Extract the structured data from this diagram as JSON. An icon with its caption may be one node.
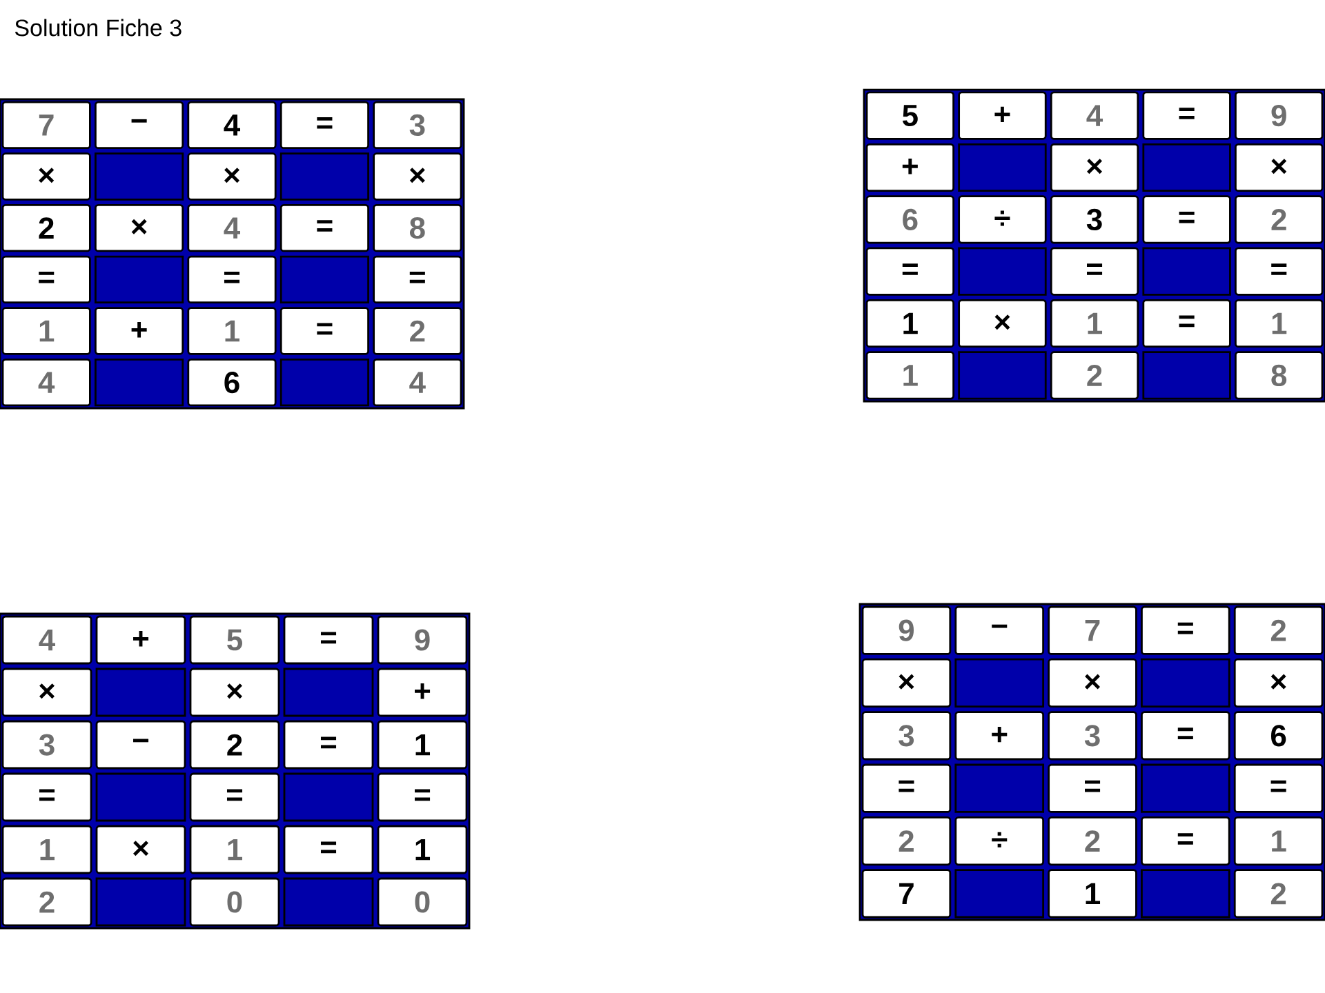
{
  "diagram": {
    "title": "Solution Fiche 3",
    "nodes": [
      {
        "text": [],
        "shape": "box"
      },
      {
        "text": [
          "7"
        ],
        "in": 0
      },
      {
        "text": [
          "−"
        ],
        "in": 0
      },
      {
        "text": [
          "4"
        ],
        "in": 0
      },
      {
        "text": [
          "="
        ],
        "in": 0
      },
      {
        "text": [
          "3"
        ],
        "in": 0
      },
      {
        "text": [
          "×"
        ],
        "in": 0
      },
      {
        "text": [],
        "shape": "box",
        "in": 0
      },
      {
        "text": [
          "×"
        ],
        "in": 0
      },
      {
        "text": [],
        "shape": "box",
        "in": 0
      },
      {
        "text": [
          "×"
        ],
        "in": 0
      },
      {
        "text": [
          "2"
        ],
        "in": 0
      },
      {
        "text": [
          "×"
        ],
        "in": 0
      },
      {
        "text": [
          "4"
        ],
        "in": 0
      },
      {
        "text": [
          "="
        ],
        "in": 0
      },
      {
        "text": [
          "8"
        ],
        "in": 0
      },
      {
        "text": [
          "="
        ],
        "in": 0
      },
      {
        "text": [],
        "shape": "box",
        "in": 0
      },
      {
        "text": [
          "="
        ],
        "in": 0
      },
      {
        "text": [],
        "shape": "box",
        "in": 0
      },
      {
        "text": [
          "="
        ],
        "in": 0
      },
      {
        "text": [
          "1"
        ],
        "in": 0
      },
      {
        "text": [
          "+"
        ],
        "in": 0
      },
      {
        "text": [
          "1"
        ],
        "in": 0
      },
      {
        "text": [
          "="
        ],
        "in": 0
      },
      {
        "text": [
          "2"
        ],
        "in": 0
      },
      {
        "text": [
          "4"
        ],
        "in": 0
      },
      {
        "text": [],
        "shape": "box",
        "in": 0
      },
      {
        "text": [
          "6"
        ],
        "in": 0
      },
      {
        "text": [],
        "shape": "box",
        "in": 0
      },
      {
        "text": [
          "4"
        ],
        "in": 0
      },
      {
        "text": [],
        "shape": "box"
      },
      {
        "text": [
          "5"
        ],
        "in": 31
      },
      {
        "text": [
          "+"
        ],
        "in": 31
      },
      {
        "text": [
          "4"
        ],
        "in": 31
      },
      {
        "text": [
          "="
        ],
        "in": 31
      },
      {
        "text": [
          "9"
        ],
        "in": 31
      },
      {
        "text": [
          "+"
        ],
        "in": 31
      },
      {
        "text": [],
        "shape": "box",
        "in": 31
      },
      {
        "text": [
          "×"
        ],
        "in": 31
      },
      {
        "text": [],
        "shape": "box",
        "in": 31
      },
      {
        "text": [
          "×"
        ],
        "in": 31
      },
      {
        "text": [
          "6"
        ],
        "in": 31
      },
      {
        "text": [
          "÷"
        ],
        "in": 31
      },
      {
        "text": [
          "3"
        ],
        "in": 31
      },
      {
        "text": [
          "="
        ],
        "in": 31
      },
      {
        "text": [
          "2"
        ],
        "in": 31
      },
      {
        "text": [
          "="
        ],
        "in": 31
      },
      {
        "text": [],
        "shape": "box",
        "in": 31
      },
      {
        "text": [
          "="
        ],
        "in": 31
      },
      {
        "text": [],
        "shape": "box",
        "in": 31
      },
      {
        "text": [
          "="
        ],
        "in": 31
      },
      {
        "text": [
          "1"
        ],
        "in": 31
      },
      {
        "text": [
          "×"
        ],
        "in": 31
      },
      {
        "text": [
          "1"
        ],
        "in": 31
      },
      {
        "text": [
          "="
        ],
        "in": 31
      },
      {
        "text": [
          "1"
        ],
        "in": 31
      },
      {
        "text": [
          "1"
        ],
        "in": 31
      },
      {
        "text": [],
        "shape": "box",
        "in": 31
      },
      {
        "text": [
          "2"
        ],
        "in": 31
      },
      {
        "text": [],
        "shape": "box",
        "in": 31
      },
      {
        "text": [
          "8"
        ],
        "in": 31
      },
      {
        "text": [],
        "shape": "box"
      },
      {
        "text": [
          "4"
        ],
        "in": 62
      },
      {
        "text": [
          "+"
        ],
        "in": 62
      },
      {
        "text": [
          "5"
        ],
        "in": 62
      },
      {
        "text": [
          "="
        ],
        "in": 62
      },
      {
        "text": [
          "9"
        ],
        "in": 62
      },
      {
        "text": [
          "×"
        ],
        "in": 62
      },
      {
        "text": [],
        "shape": "box",
        "in": 62
      },
      {
        "text": [
          "×"
        ],
        "in": 62
      },
      {
        "text": [],
        "shape": "box",
        "in": 62
      },
      {
        "text": [
          "+"
        ],
        "in": 62
      },
      {
        "text": [
          "3"
        ],
        "in": 62
      },
      {
        "text": [
          "−"
        ],
        "in": 62
      },
      {
        "text": [
          "2"
        ],
        "in": 62
      },
      {
        "text": [
          "="
        ],
        "in": 62
      },
      {
        "text": [
          "1"
        ],
        "in": 62
      },
      {
        "text": [
          "="
        ],
        "in": 62
      },
      {
        "text": [],
        "shape": "box",
        "in": 62
      },
      {
        "text": [
          "="
        ],
        "in": 62
      },
      {
        "text": [],
        "shape": "box",
        "in": 62
      },
      {
        "text": [
          "="
        ],
        "in": 62
      },
      {
        "text": [
          "1"
        ],
        "in": 62
      },
      {
        "text": [
          "×"
        ],
        "in": 62
      },
      {
        "text": [
          "1"
        ],
        "in": 62
      },
      {
        "text": [
          "="
        ],
        "in": 62
      },
      {
        "text": [
          "1"
        ],
        "in": 62
      },
      {
        "text": [
          "2"
        ],
        "in": 62
      },
      {
        "text": [],
        "shape": "box",
        "in": 62
      },
      {
        "text": [
          "0"
        ],
        "in": 62
      },
      {
        "text": [],
        "shape": "box",
        "in": 62
      },
      {
        "text": [
          "0"
        ],
        "in": 62
      },
      {
        "text": [],
        "shape": "box"
      },
      {
        "text": [
          "9"
        ],
        "in": 93
      },
      {
        "text": [
          "−"
        ],
        "in": 93
      },
      {
        "text": [
          "7"
        ],
        "in": 93
      },
      {
        "text": [
          "="
        ],
        "in": 93
      },
      {
        "text": [
          "2"
        ],
        "in": 93
      },
      {
        "text": [
          "×"
        ],
        "in": 93
      },
      {
        "text": [],
        "shape": "box",
        "in": 93
      },
      {
        "text": [
          "×"
        ],
        "in": 93
      },
      {
        "text": [],
        "shape": "box",
        "in": 93
      },
      {
        "text": [
          "×"
        ],
        "in": 93
      },
      {
        "text": [
          "3"
        ],
        "in": 93
      },
      {
        "text": [
          "+"
        ],
        "in": 93
      },
      {
        "text": [
          "3"
        ],
        "in": 93
      },
      {
        "text": [
          "="
        ],
        "in": 93
      },
      {
        "text": [
          "6"
        ],
        "in": 93
      },
      {
        "text": [
          "="
        ],
        "in": 93
      },
      {
        "text": [],
        "shape": "box",
        "in": 93
      },
      {
        "text": [
          "="
        ],
        "in": 93
      },
      {
        "text": [],
        "shape": "box",
        "in": 93
      },
      {
        "text": [
          "="
        ],
        "in": 93
      },
      {
        "text": [
          "2"
        ],
        "in": 93
      },
      {
        "text": [
          "÷"
        ],
        "in": 93
      },
      {
        "text": [
          "2"
        ],
        "in": 93
      },
      {
        "text": [
          "="
        ],
        "in": 93
      },
      {
        "text": [
          "1"
        ],
        "in": 93
      },
      {
        "text": [
          "7"
        ],
        "in": 93
      },
      {
        "text": [],
        "shape": "box",
        "in": 93
      },
      {
        "text": [
          "1"
        ],
        "in": 93
      },
      {
        "text": [],
        "shape": "box",
        "in": 93
      },
      {
        "text": [
          "2"
        ],
        "in": 93
      }
    ]
  }
}
